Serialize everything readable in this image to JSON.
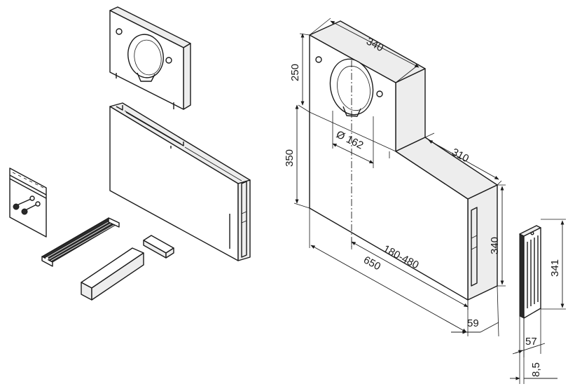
{
  "dimensions": {
    "top_width": "340",
    "top_height": "250",
    "mid_height": "350",
    "diameter": "Ø 162",
    "base_depth": "310",
    "base_height": "340",
    "adjustable_length": "180-480",
    "total_length": "650",
    "depth": "59",
    "rail_height": "341",
    "rail_width": "57",
    "rail_thickness": "8,5"
  }
}
